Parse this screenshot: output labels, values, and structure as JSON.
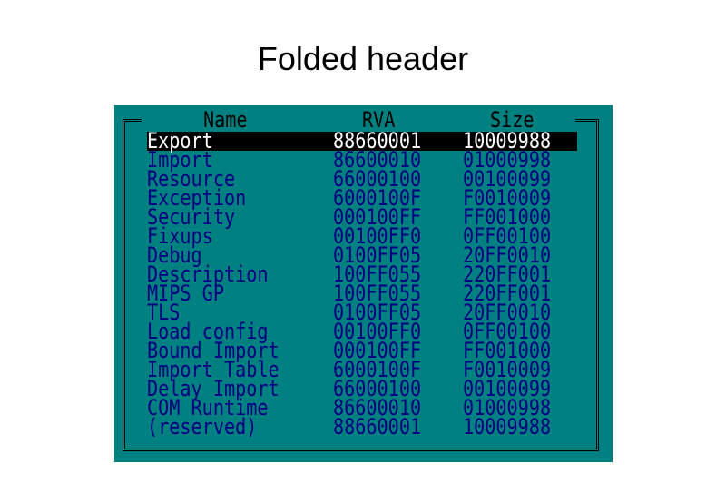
{
  "caption": "Folded header",
  "table": {
    "headers": {
      "name": "Name",
      "rva": "RVA",
      "size": "Size"
    },
    "rows": [
      {
        "name": "Export",
        "rva": "88660001",
        "size": "10009988"
      },
      {
        "name": "Import",
        "rva": "86600010",
        "size": "01000998"
      },
      {
        "name": "Resource",
        "rva": "66000100",
        "size": "00100099"
      },
      {
        "name": "Exception",
        "rva": "6000100F",
        "size": "F0010009"
      },
      {
        "name": "Security",
        "rva": "000100FF",
        "size": "FF001000"
      },
      {
        "name": "Fixups",
        "rva": "00100FF0",
        "size": "0FF00100"
      },
      {
        "name": "Debug",
        "rva": "0100FF05",
        "size": "20FF0010"
      },
      {
        "name": "Description",
        "rva": "100FF055",
        "size": "220FF001"
      },
      {
        "name": "MIPS GP",
        "rva": "100FF055",
        "size": "220FF001"
      },
      {
        "name": "TLS",
        "rva": "0100FF05",
        "size": "20FF0010"
      },
      {
        "name": "Load config",
        "rva": "00100FF0",
        "size": "0FF00100"
      },
      {
        "name": "Bound Import",
        "rva": "000100FF",
        "size": "FF001000"
      },
      {
        "name": "Import Table",
        "rva": "6000100F",
        "size": "F0010009"
      },
      {
        "name": "Delay Import",
        "rva": "66000100",
        "size": "00100099"
      },
      {
        "name": "COM Runtime",
        "rva": "86600010",
        "size": "01000998"
      },
      {
        "name": "(reserved)",
        "rva": "88660001",
        "size": "10009988"
      }
    ]
  },
  "colors": {
    "panel_background": "#008080",
    "row_text": "#000080",
    "selected_background": "#000000",
    "selected_text": "#ffffff"
  }
}
